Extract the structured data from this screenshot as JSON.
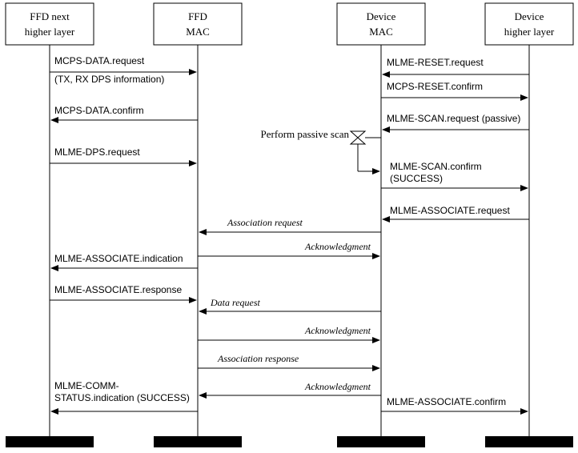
{
  "lifelines": [
    {
      "id": "ffd-higher",
      "line1": "FFD next",
      "line2": "higher layer"
    },
    {
      "id": "ffd-mac",
      "line1": "FFD",
      "line2": "MAC"
    },
    {
      "id": "dev-mac",
      "line1": "Device",
      "line2": "MAC"
    },
    {
      "id": "dev-higher",
      "line1": "Device",
      "line2": "higher layer"
    }
  ],
  "messages": {
    "mcps_data_request": "MCPS-DATA.request",
    "mcps_data_request_params": "(TX, RX DPS information)",
    "mlme_reset_request": "MLME-RESET.request",
    "mcps_reset_confirm": "MCPS-RESET.confirm",
    "mcps_data_confirm": "MCPS-DATA.confirm",
    "mlme_scan_request": "MLME-SCAN.request (passive)",
    "perform_passive_scan": "Perform passive scan",
    "mlme_dps_request": "MLME-DPS.request",
    "mlme_scan_confirm_1": "MLME-SCAN.confirm",
    "mlme_scan_confirm_2": "(SUCCESS)",
    "mlme_associate_request": "MLME-ASSOCIATE.request",
    "association_request": "Association request",
    "acknowledgment_1": "Acknowledgment",
    "mlme_associate_indication": "MLME-ASSOCIATE.indication",
    "mlme_associate_response": "MLME-ASSOCIATE.response",
    "data_request": "Data request",
    "acknowledgment_2": "Acknowledgment",
    "association_response": "Association response",
    "mlme_comm_status_1": "MLME-COMM-",
    "mlme_comm_status_2": "STATUS.indication (SUCCESS)",
    "acknowledgment_3": "Acknowledgment",
    "mlme_associate_confirm": "MLME-ASSOCIATE.confirm"
  }
}
